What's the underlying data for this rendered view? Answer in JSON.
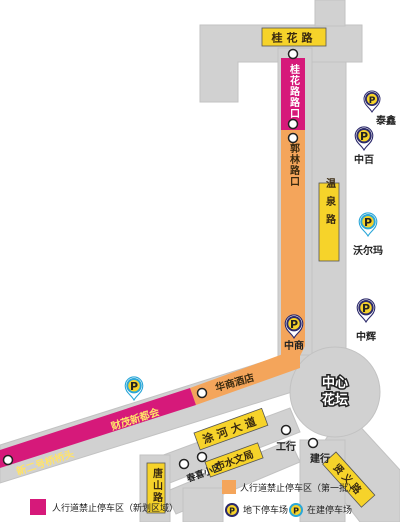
{
  "roads": {
    "guihua": "桂花路",
    "wenquan": "温泉路",
    "tuhe": "涂河大道",
    "shishuiwen": "市水文局",
    "xinge": "新二号桥桥头",
    "caimao": "财茂新都会",
    "tangshan": "唐山路",
    "xianyi": "贤义路"
  },
  "labels": {
    "guihua_junction": "桂花路路口",
    "guolin_junction": "郭林路口",
    "huashang_hotel": "华商酒店",
    "center_line1": "中心",
    "center_line2": "花坛",
    "zhongshang": "中商",
    "taixin": "泰鑫",
    "zhongbai": "中百",
    "walmart": "沃尔玛",
    "zhonghui": "中辉",
    "gonghang": "工行",
    "jianhang": "建行",
    "chunxi": "春喜小区"
  },
  "parking": {
    "glyph": "P",
    "underground_color": "#2c2a6b",
    "planned_color": "#2ba7d8"
  },
  "legend": {
    "pink_label": "人行道禁止停车区（新划区域）",
    "orange_label": "人行道禁止停车区（第一批）",
    "underground_label": "地下停车场",
    "planned_label": "在建停车场"
  },
  "colors": {
    "road": "#d1d1d1",
    "pink": "#d6197a",
    "orange": "#f4a55b",
    "yellow": "#f6d32a",
    "background": "#ffffff"
  }
}
